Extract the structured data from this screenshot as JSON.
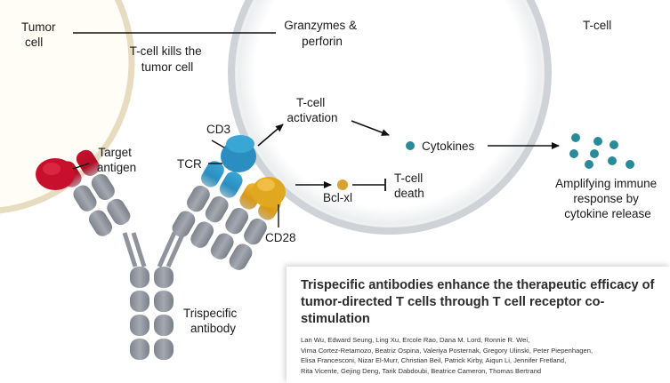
{
  "labels": {
    "tumor_cell": [
      "Tumor",
      "cell"
    ],
    "t_cell": "T-cell",
    "kills": [
      "T-cell kills the",
      "tumor cell"
    ],
    "granzymes": [
      "Granzymes &",
      "perforin"
    ],
    "activation": [
      "T-cell",
      "activation"
    ],
    "cd3": "CD3",
    "tcr": "TCR",
    "target_antigen": [
      "Target",
      "antigen"
    ],
    "cytokines": "Cytokines",
    "bclxl": "Bcl-xl",
    "death": [
      "T-cell",
      "death"
    ],
    "cd28": "CD28",
    "amplifying": [
      "Amplifying immune",
      "response by",
      "cytokine release"
    ],
    "trispecific": [
      "Trispecific",
      "antibody"
    ]
  },
  "paper": {
    "title": "Trispecific antibodies enhance the therapeutic efficacy of tumor-directed T cells through T cell receptor co-stimulation",
    "author_lines": [
      "Lan Wu, Edward Seung, Ling Xu, Ercole Rao, Dana M. Lord, Ronnie R. Wei,",
      "Virna Cortez-Retamozo, Beatriz Ospina, Valeriya Posternak, Gregory Ulinski, Peter Piepenhagen,",
      "Elisa Francesconi, Nizar El-Murr, Christian Beil, Patrick Kirby, Aiqun Li, Jennifer Fretland,",
      "Rita Vicente, Gejing Deng, Tarik Dabdoubi, Beatrice Cameron, Thomas Bertrand"
    ]
  },
  "colors": {
    "target_antigen": "#c8102e",
    "tcr_cd3": "#2a8fc0",
    "cd28": "#e0a820",
    "antibody": "#8e939c",
    "cytokine": "#2a8a9a"
  }
}
